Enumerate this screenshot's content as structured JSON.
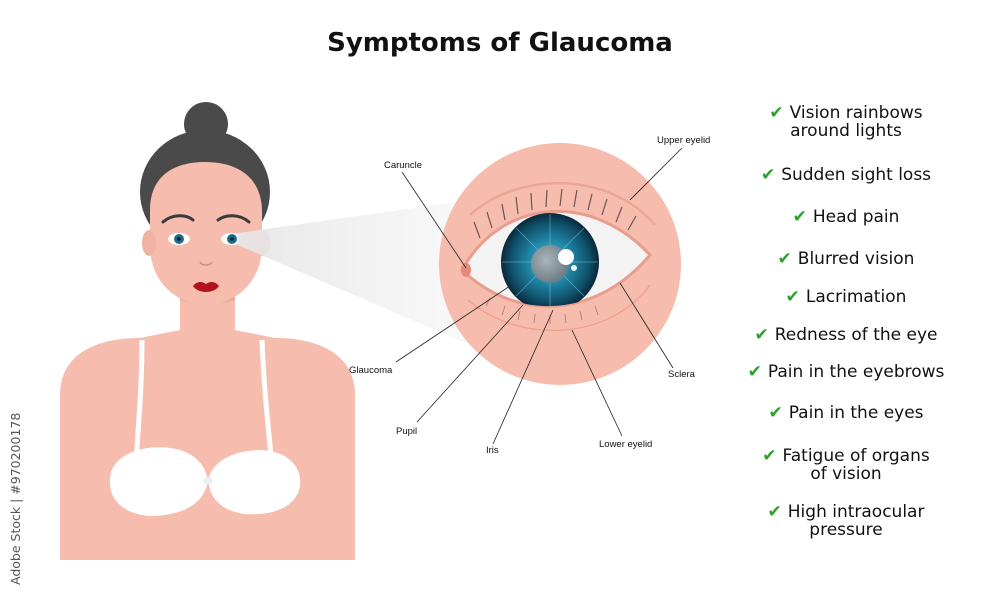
{
  "title": "Symptoms of Glaucoma",
  "eye_labels": {
    "upper_eyelid": "Upper eyelid",
    "caruncle": "Caruncle",
    "glaucoma": "Glaucoma",
    "pupil": "Pupil",
    "iris": "Iris",
    "lower_eyelid": "Lower eyelid",
    "sclera": "Sclera"
  },
  "symptoms": [
    {
      "line1": "Vision rainbows",
      "line2": "around lights"
    },
    {
      "line1": "Sudden sight loss",
      "line2": ""
    },
    {
      "line1": "Head pain",
      "line2": ""
    },
    {
      "line1": "Blurred vision",
      "line2": ""
    },
    {
      "line1": "Lacrimation",
      "line2": ""
    },
    {
      "line1": "Redness of the eye",
      "line2": ""
    },
    {
      "line1": "Pain in the eyebrows",
      "line2": ""
    },
    {
      "line1": "Pain in the eyes",
      "line2": ""
    },
    {
      "line1": "Fatigue of organs",
      "line2": "of vision"
    },
    {
      "line1": "High intraocular",
      "line2": "pressure"
    }
  ],
  "check_glyph": "✔",
  "credit": "Adobe Stock | #970200178",
  "colors": {
    "skin": "#f6bcae",
    "skin_light": "#f8c9bd",
    "hair": "#4a4a4a",
    "iris": "#1a6f8e",
    "iris_dark": "#0e3e55",
    "check": "#2aa12a",
    "lips": "#b3121c"
  }
}
